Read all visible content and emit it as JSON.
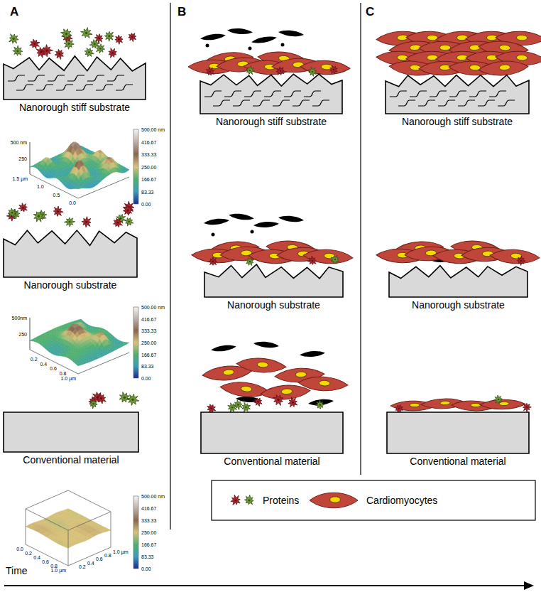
{
  "diagram": {
    "nodes": [
      {
        "text": [
          "Nanorough stiff substrate"
        ]
      },
      {
        "text": [
          "Nanorough stiff substrate"
        ]
      },
      {
        "text": [
          "Nanorough stiff substrate"
        ]
      },
      {
        "text": [
          "Nanorough substrate"
        ]
      },
      {
        "text": [
          "Nanorough substrate"
        ]
      },
      {
        "text": [
          "Nanorough substrate"
        ]
      },
      {
        "text": [
          "Conventional material"
        ]
      },
      {
        "text": [
          "Conventional material"
        ]
      },
      {
        "text": [
          "Conventional material"
        ]
      }
    ],
    "labels": [
      "A",
      "B",
      "C",
      "500 nm",
      "250",
      "1.5 µm",
      "1.0",
      "0.5",
      "0.0",
      "500.00 nm",
      "416.67",
      "333.33",
      "250.00",
      "166.67",
      "83.33",
      "0.00",
      "500nm",
      "250",
      "0.2",
      "0.4",
      "0.6",
      "0.8",
      "1.0 µm",
      "500.00 nm",
      "416.67",
      "333.33",
      "250.00",
      "166.67",
      "83.33",
      "0.00",
      "0.0",
      "0.2",
      "0.4",
      "0.6",
      "0.8",
      "1.0 µm",
      "0.2",
      "0.4",
      "0.6",
      "0.8",
      "1.0 µm",
      "500.00 nm",
      "416.67",
      "333.33",
      "250.00",
      "166.67",
      "83.33",
      "0.00",
      "Time"
    ],
    "legend": [
      {
        "text": "Proteins"
      },
      {
        "text": "Cardiomyocytes"
      }
    ]
  }
}
